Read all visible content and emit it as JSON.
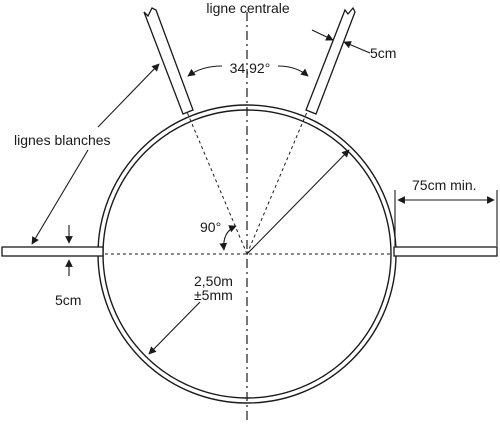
{
  "labels": {
    "centre_line": "ligne centrale",
    "angle_sector": "34,92°",
    "line_width_top": "5cm",
    "white_lines": "lignes blanches",
    "extension": "75cm min.",
    "right_angle": "90°",
    "diameter_value": "2,50m",
    "diameter_tolerance": "±5mm",
    "line_width_left": "5cm"
  },
  "colors": {
    "ink": "#1a1a1a",
    "background": "#ffffff"
  }
}
